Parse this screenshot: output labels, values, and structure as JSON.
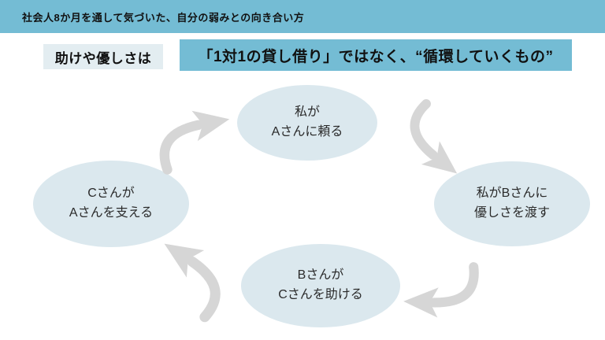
{
  "slide": {
    "header_title": "社会人8か月を通して気づいた、自分の弱みとの向き合い方"
  },
  "heading": {
    "subject": "助けや優しさは",
    "statement": "「1対1の貸し借り」ではなく、“循環していくもの”"
  },
  "cycle": {
    "direction": "clockwise",
    "nodes": [
      {
        "id": "me-rely-on-a",
        "line1": "私が",
        "line2": "Aさんに頼る"
      },
      {
        "id": "me-give-b",
        "line1": "私がBさんに",
        "line2": "優しさを渡す"
      },
      {
        "id": "b-help-c",
        "line1": "Bさんが",
        "line2": "Cさんを助ける"
      },
      {
        "id": "c-support-a",
        "line1": "Cさんが",
        "line2": "Aさんを支える"
      }
    ]
  },
  "colors": {
    "accent_blue": "#74bcd4",
    "subject_box_fill": "#e3edf1",
    "node_fill": "#dbe8ee",
    "arrow_gray": "#d6d6d6",
    "background": "#ffffff",
    "text": "#1f1f1f"
  }
}
